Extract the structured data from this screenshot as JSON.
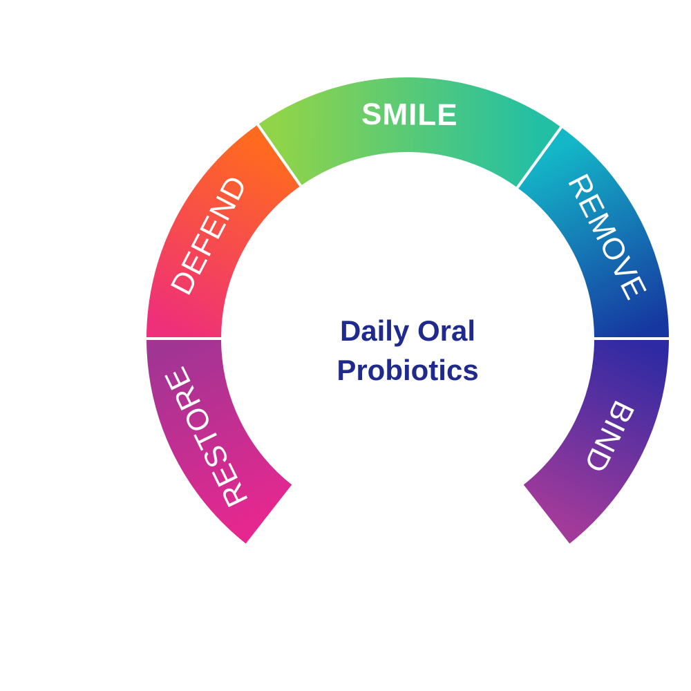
{
  "center": {
    "line1": "Daily Oral",
    "line2": "Probiotics",
    "color": "#1f2a8c"
  },
  "segments": [
    {
      "label": "RESTORE",
      "bold": false,
      "color_start": "#e5288f",
      "color_end": "#a03594"
    },
    {
      "label": "DEFEND",
      "bold": false,
      "color_start": "#ee2f7a",
      "color_end": "#ff6a1f"
    },
    {
      "label": "SMILE",
      "bold": true,
      "color_start": "#8fd449",
      "color_end": "#22bfa5"
    },
    {
      "label": "REMOVE",
      "bold": false,
      "color_start": "#14b7c8",
      "color_end": "#1637a0"
    },
    {
      "label": "BIND",
      "bold": false,
      "color_start": "#2e2aa3",
      "color_end": "#a23a9a"
    }
  ]
}
